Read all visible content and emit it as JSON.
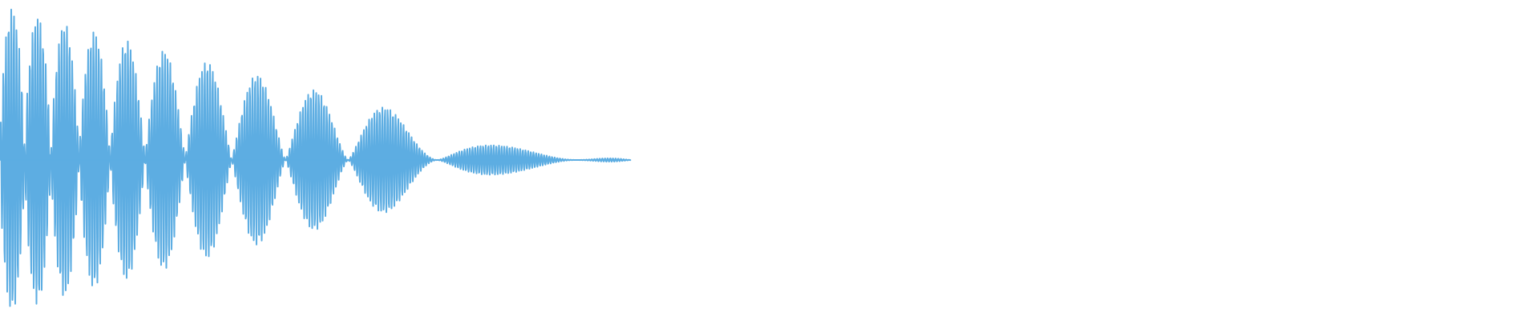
{
  "waveform": {
    "color": "#5dade2",
    "background": "#ffffff",
    "visible_fraction_of_width": 0.41,
    "description_free": true,
    "envelope": {
      "start_level": 0.98,
      "end_level": 0.0,
      "shape": "decaying"
    }
  }
}
